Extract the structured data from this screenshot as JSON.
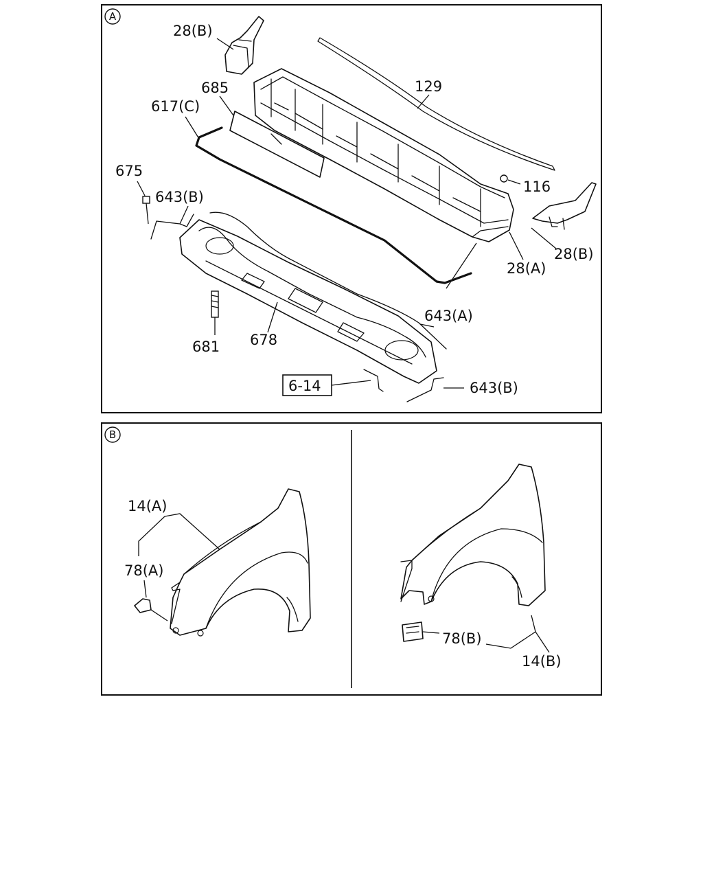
{
  "panels": {
    "a": {
      "marker": "A"
    },
    "b": {
      "marker": "B"
    }
  },
  "labels": {
    "p28b_top": "28(B)",
    "p129": "129",
    "p685": "685",
    "p617c": "617(C)",
    "p675": "675",
    "p643b_top": "643(B)",
    "p116": "116",
    "p28b_right": "28(B)",
    "p28a": "28(A)",
    "p643a": "643(A)",
    "p681": "681",
    "p678": "678",
    "ref_6_14": "6-14",
    "p643b_bottom": "643(B)",
    "p14a": "14(A)",
    "p78a": "78(A)",
    "p78b": "78(B)",
    "p14b": "14(B)"
  }
}
